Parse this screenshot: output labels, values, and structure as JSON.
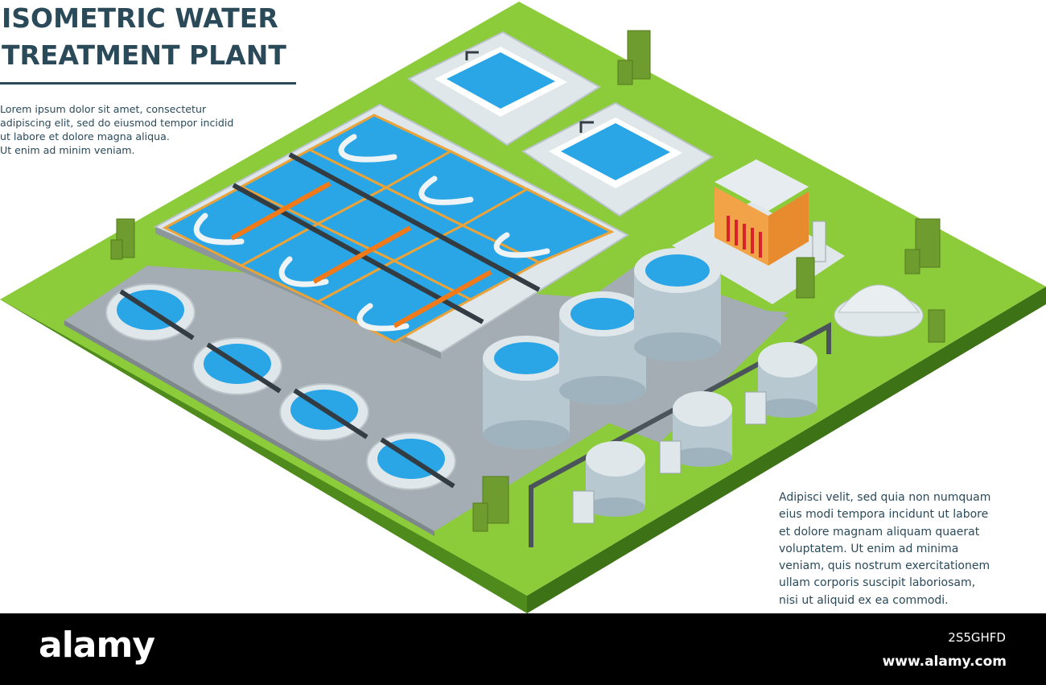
{
  "header": {
    "title_line1": "ISOMETRIC WATER",
    "title_line2": "TREATMENT PLANT"
  },
  "intro": {
    "line1": "Lorem ipsum dolor sit amet, consectetur",
    "line2": "adipiscing elit, sed do eiusmod tempor incidid",
    "line3": "ut labore et dolore magna aliqua.",
    "line4": "Ut enim ad minim veniam."
  },
  "outro": {
    "line1": "Adipisci velit, sed quia non numquam",
    "line2": "eius modi tempora incidunt ut labore",
    "line3": "et dolore magnam aliquam quaerat",
    "line4": "voluptatem. Ut enim ad minima",
    "line5": "veniam, quis nostrum exercitationem",
    "line6": "ullam corporis suscipit laboriosam,",
    "line7": "nisi ut aliquid ex ea commodi."
  },
  "footer": {
    "logo": "alamy",
    "image_id": "2S5GHFD",
    "site": "www.alamy.com"
  },
  "colors": {
    "grass": "#8ccb3a",
    "ground_side": "#4e8a1c",
    "concrete": "#a4adb3",
    "water": "#2aa6e6",
    "frame": "#e9a33a",
    "tank": "#b7c8d1",
    "text": "#2a4a5a"
  }
}
